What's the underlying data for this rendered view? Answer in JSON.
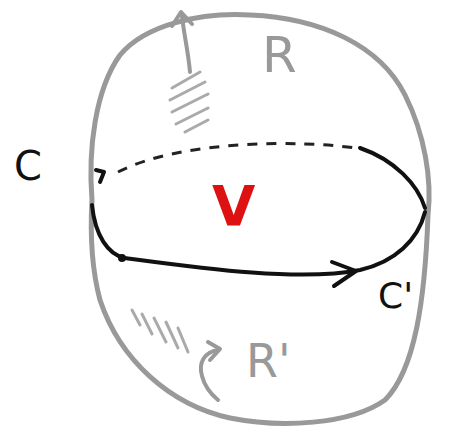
{
  "diagram": {
    "labels": [
      "C",
      "R",
      "V",
      "C'",
      "R'"
    ]
  }
}
